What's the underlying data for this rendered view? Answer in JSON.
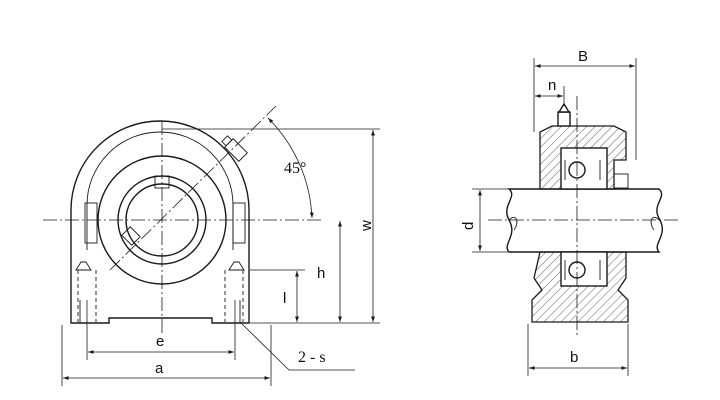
{
  "labels": {
    "angle": "45°",
    "w": "w",
    "h": "h",
    "l": "l",
    "e": "e",
    "a": "a",
    "s": "2 - s",
    "B": "B",
    "n": "n",
    "d": "d",
    "b": "b"
  }
}
